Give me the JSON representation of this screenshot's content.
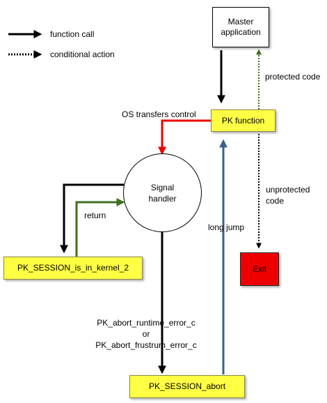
{
  "legend": {
    "function_call": "function call",
    "conditional_action": "conditional action"
  },
  "nodes": {
    "master_application_line1": "Master",
    "master_application_line2": "application",
    "pk_function": "PK function",
    "signal_handler_line1": "Signal",
    "signal_handler_line2": "handler",
    "pk_session_is_in_kernel_2": "PK_SESSION_is_in_kernel_2",
    "exit": "Exit",
    "pk_session_abort": "PK_SESSION_abort"
  },
  "edge_labels": {
    "protected_code": "protected code",
    "os_transfers_control": "OS transfers control",
    "unprotected_code_line1": "unprotected",
    "unprotected_code_line2": "code",
    "long_jump": "long jump",
    "return": "return",
    "abort_line1": "PK_abort_runtime_error_c",
    "abort_line2": "or",
    "abort_line3": "PK_abort_frustrum_error_c"
  },
  "colors": {
    "node_yellow": "#ffff44",
    "exit_red": "#ee0000",
    "os_transfer_arrow": "#ee0000",
    "long_jump_arrow": "#3a5f8f",
    "return_arrow": "#3f6f1f",
    "protected_code_arrow": "#3f6f1f",
    "function_call_arrow": "#000000"
  }
}
